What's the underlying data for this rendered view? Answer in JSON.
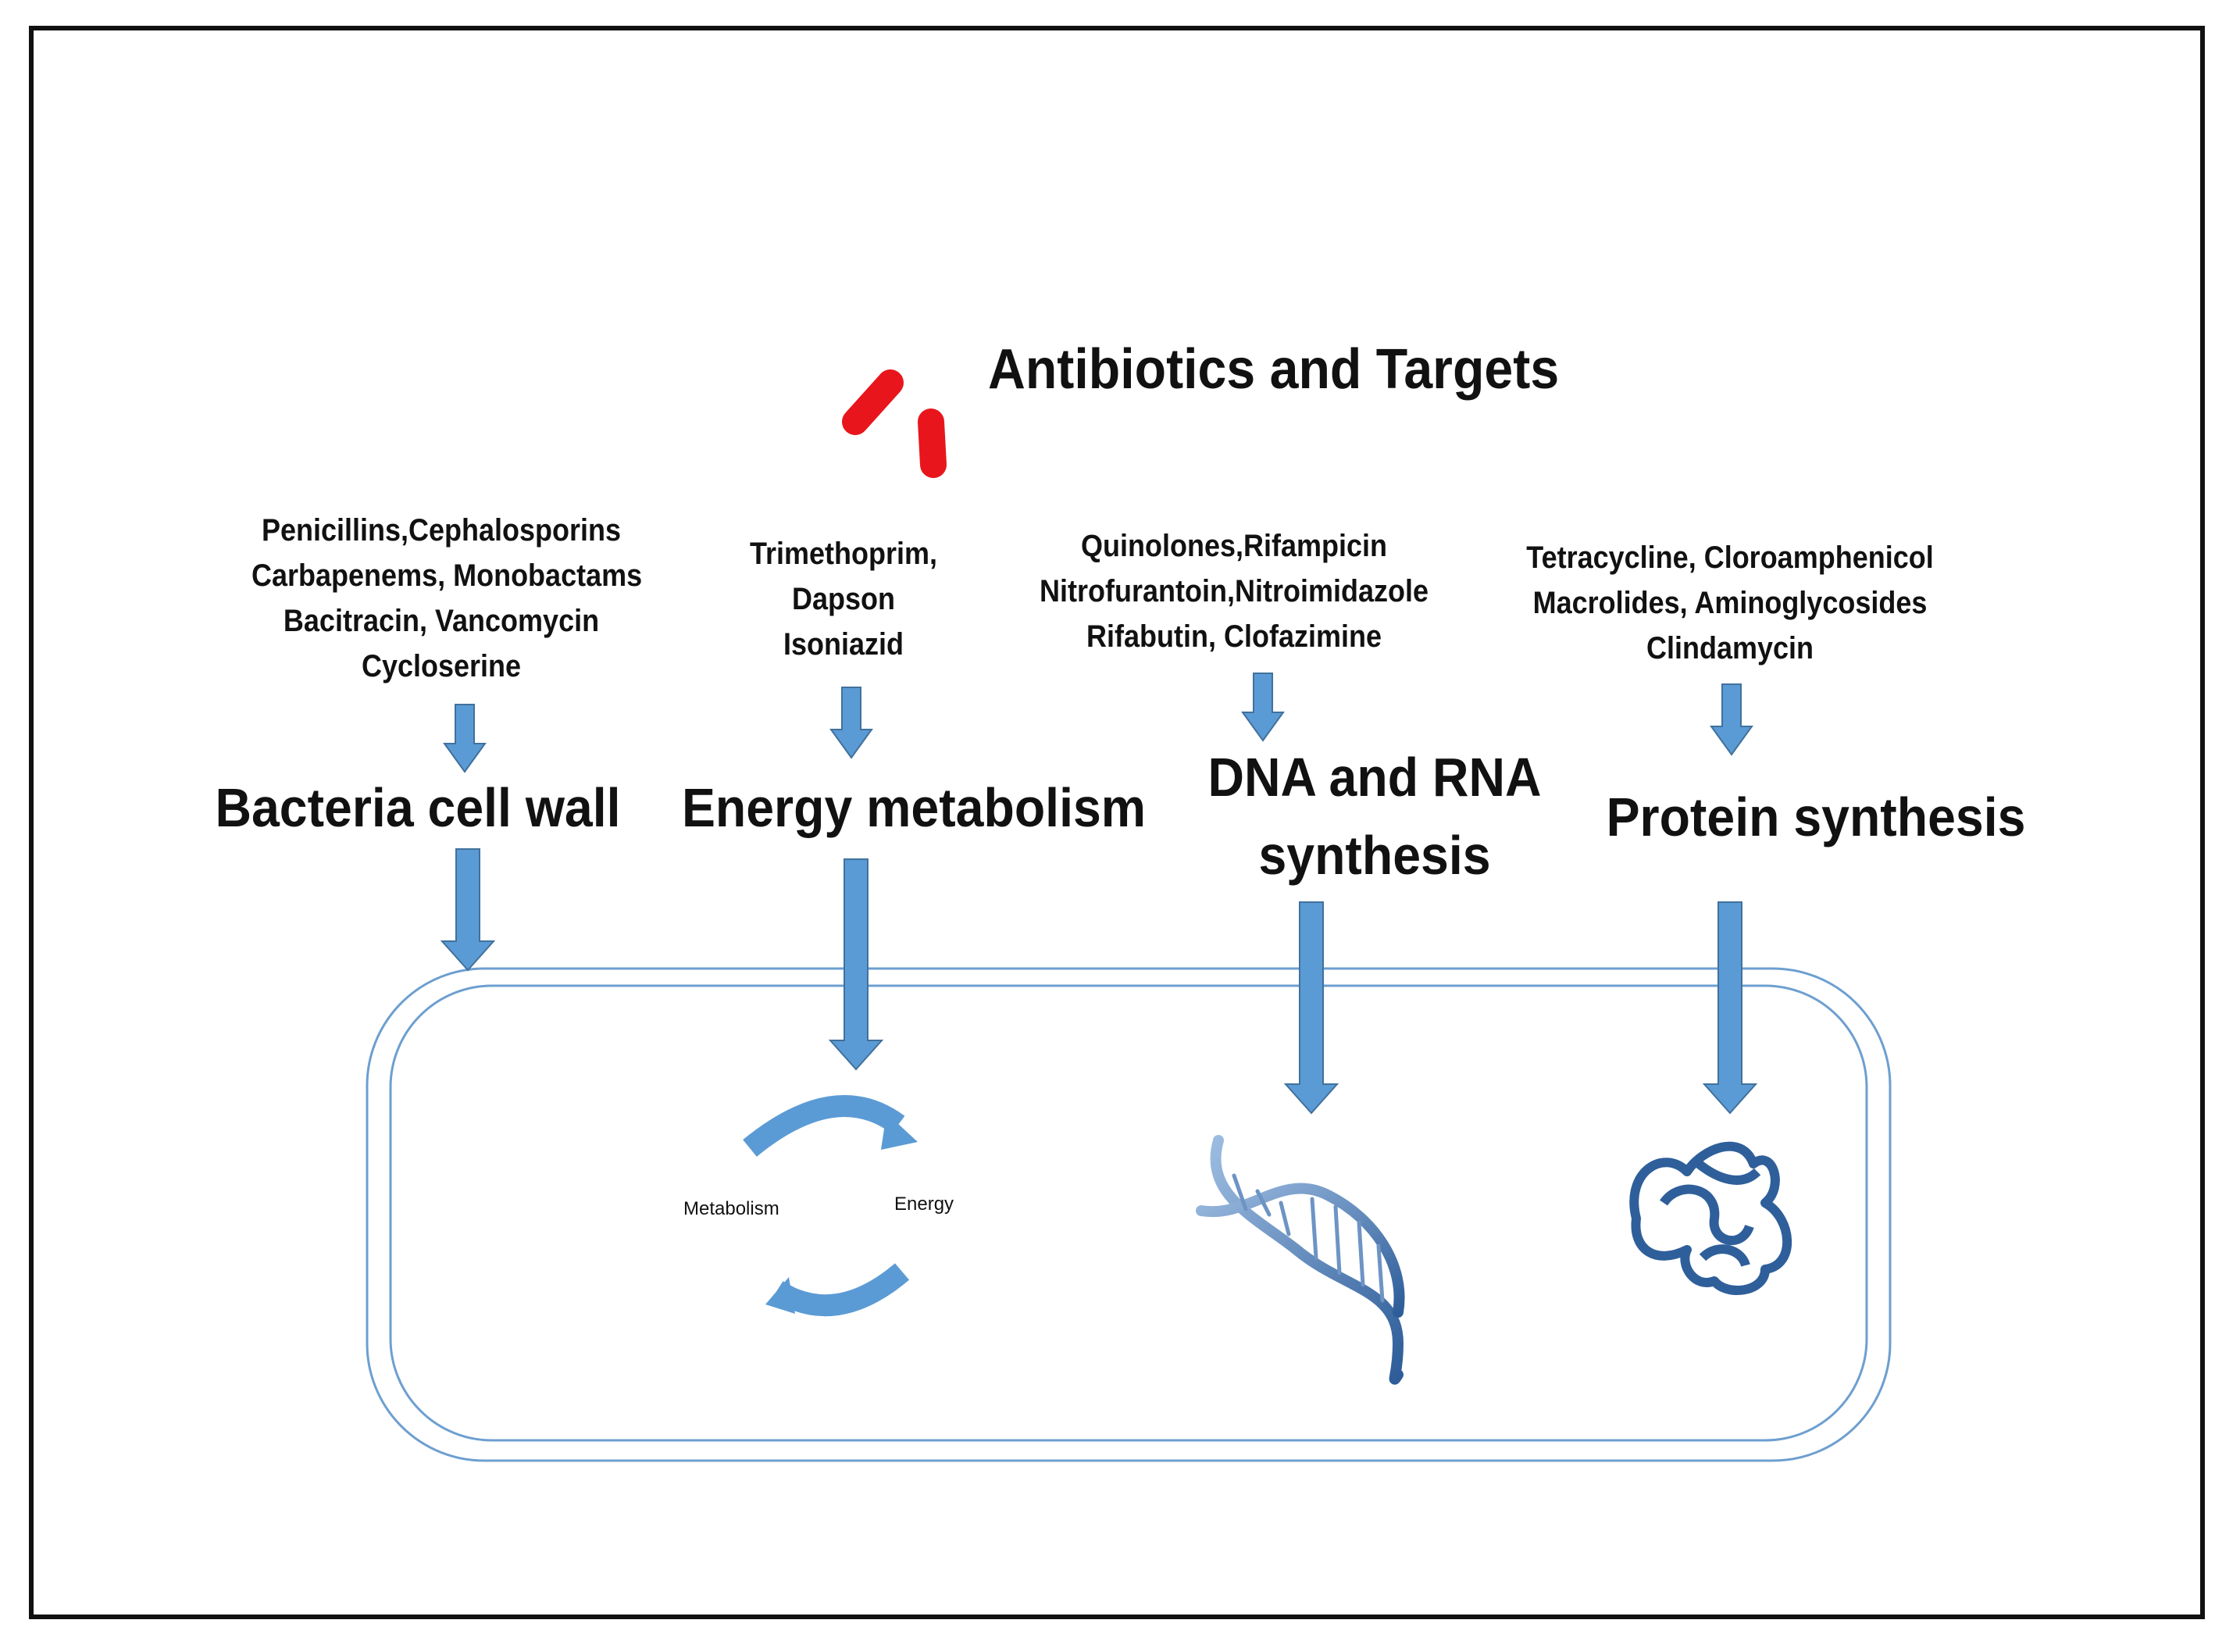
{
  "title": "Antibiotics and Targets",
  "colors": {
    "arrow": "#5b9bd5",
    "pill": "#e8161c",
    "cell": "#6d9fd0",
    "icon": "#3d6fa8"
  },
  "groups": [
    {
      "drugs": [
        "Penicillins,Cephalosporins",
        "Carbapenems,  Monobactams",
        "Bacitracin,  Vancomycin",
        "Cycloserine"
      ],
      "target": "Bacteria cell  wall"
    },
    {
      "drugs": [
        "Trimethoprim,",
        "Dapson",
        "Isoniazid"
      ],
      "target": "Energy metabolism"
    },
    {
      "drugs": [
        "Quinolones,Rifampicin",
        "Nitrofurantoin,Nitroimidazole",
        "Rifabutin,  Clofazimine"
      ],
      "target_lines": [
        "DNA and RNA",
        "synthesis"
      ]
    },
    {
      "drugs": [
        "Tetracycline,  Cloroamphenicol",
        "Macrolides,  Aminoglycosides",
        "Clindamycin"
      ],
      "target": "Protein synthesis"
    }
  ],
  "cycle": {
    "left_label": "Metabolism",
    "right_label": "Energy"
  },
  "icons": [
    "pill-icon",
    "metabolism-cycle-icon",
    "dna-helix-icon",
    "protein-icon"
  ]
}
